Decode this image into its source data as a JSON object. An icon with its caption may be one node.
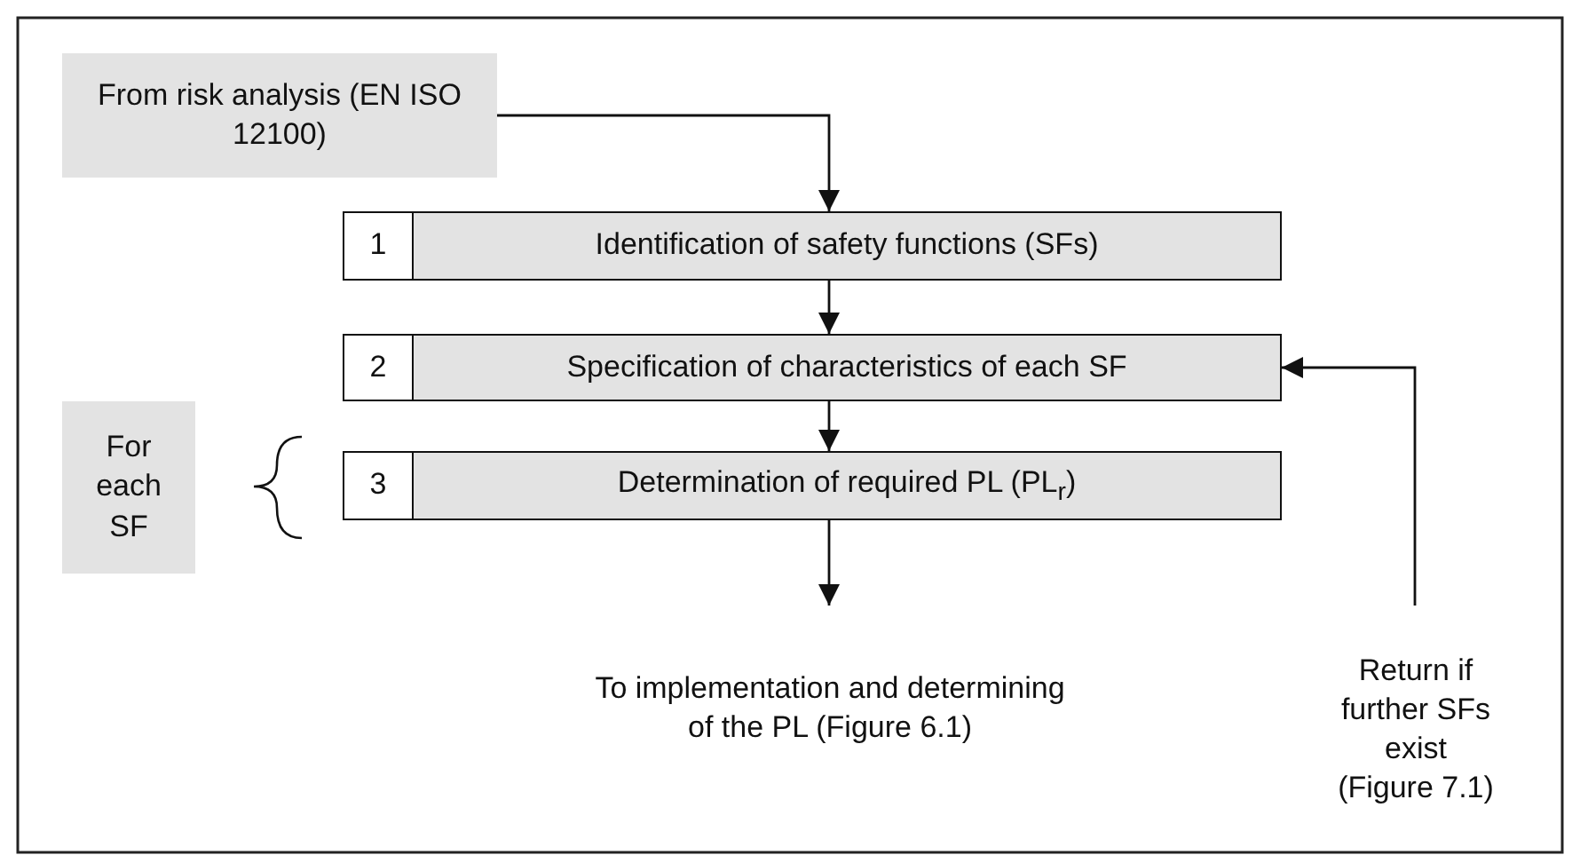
{
  "diagram": {
    "nodes": [
      {
        "text": [
          "From risk analysis (EN ISO 12100)"
        ]
      },
      {
        "text": [
          "1",
          "Identification of safety functions (SFs)"
        ]
      },
      {
        "text": [
          "2",
          "Specification of characteristics of each SF"
        ]
      },
      {
        "text": [
          "3",
          "Determination of required PL (PL$_{r}$)"
        ]
      },
      {
        "text": [
          "For each SF"
        ]
      },
      {
        "text": [
          "To implementation and determining of the PL (Figure 6.1)"
        ]
      },
      {
        "text": [
          "Return if further SFs exist (Figure 7.1)"
        ]
      }
    ],
    "edges": [
      {
        "from": 0,
        "to": 1,
        "arrow": "to"
      },
      {
        "from": 1,
        "to": 2,
        "arrow": "to"
      },
      {
        "from": 2,
        "to": 3,
        "arrow": "to"
      },
      {
        "from": 3,
        "to": 5,
        "arrow": "to"
      },
      {
        "from": 6,
        "to": 2,
        "arrow": "to"
      }
    ]
  }
}
